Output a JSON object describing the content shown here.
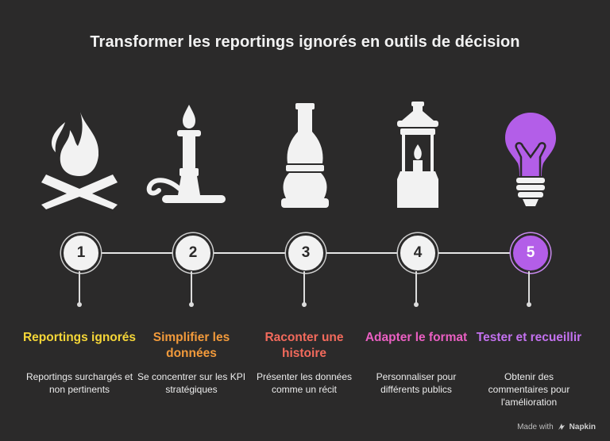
{
  "title": "Transformer les reportings ignorés en outils de décision",
  "steps": [
    {
      "number": "1",
      "title": "Reportings ignorés",
      "description": "Reportings surchargés et non pertinents",
      "color": "#f5d638",
      "icon": "campfire-icon"
    },
    {
      "number": "2",
      "title": "Simplifier les données",
      "description": "Se concentrer sur les KPI stratégiques",
      "color": "#f29a3b",
      "icon": "candle-icon"
    },
    {
      "number": "3",
      "title": "Raconter une histoire",
      "description": "Présenter les données comme un récit",
      "color": "#f26a5c",
      "icon": "oil-lamp-icon"
    },
    {
      "number": "4",
      "title": "Adapter le format",
      "description": "Personnaliser pour différents publics",
      "color": "#ea5fc2",
      "icon": "lantern-icon"
    },
    {
      "number": "5",
      "title": "Tester et recueillir",
      "description": "Obtenir des commentaires pour l'amélioration",
      "color": "#c371ef",
      "icon": "light-bulb-icon"
    }
  ],
  "footer": {
    "made_with": "Made with",
    "brand": "Napkin"
  },
  "colors": {
    "background": "#2b2a2a",
    "icon_fill": "#f2f2f2",
    "accent": "#b35ee8"
  }
}
